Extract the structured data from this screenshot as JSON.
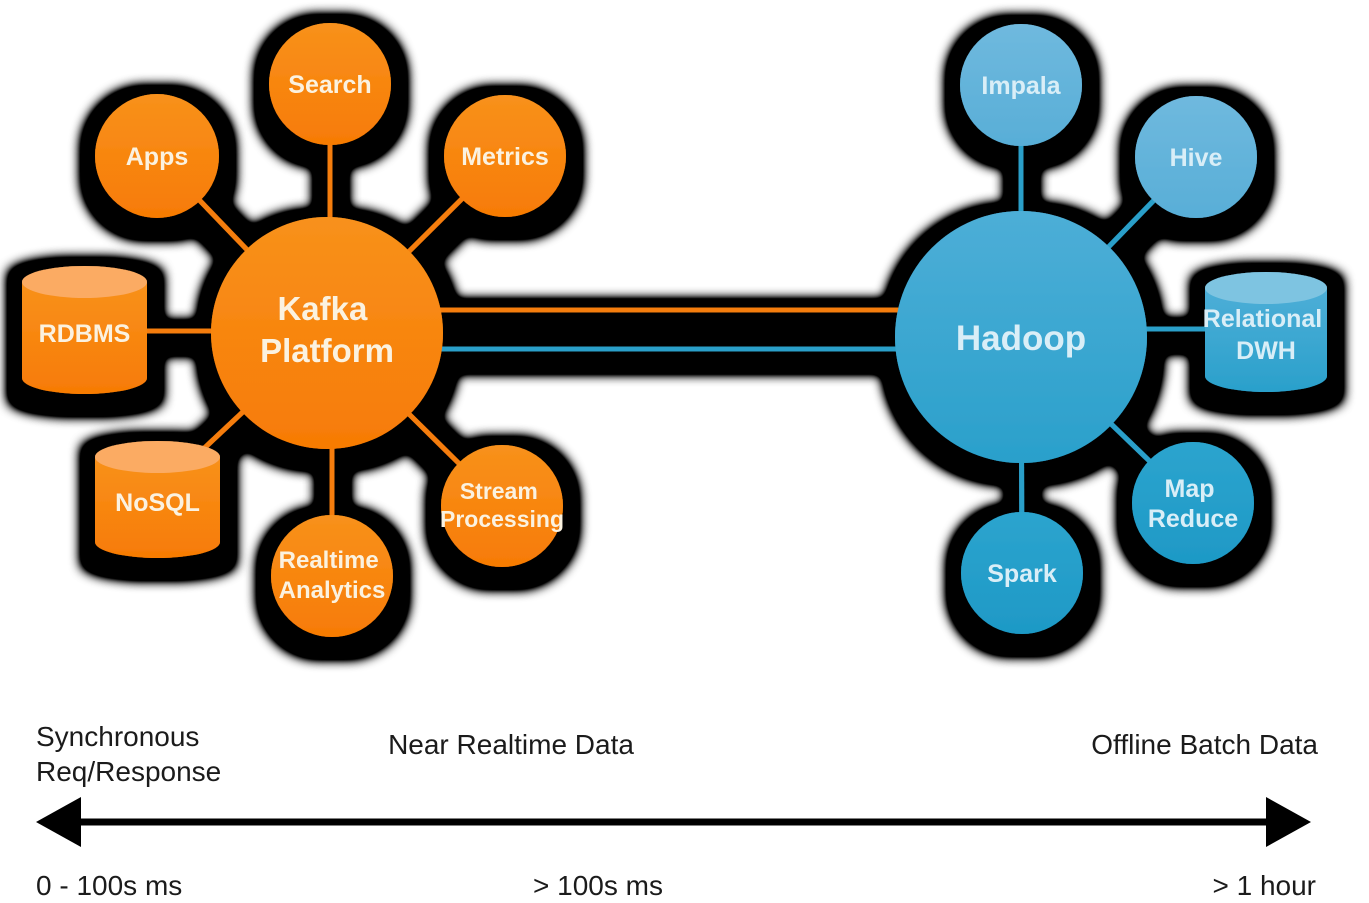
{
  "nodes": {
    "kafka": {
      "line1": "Kafka",
      "line2": "Platform"
    },
    "hadoop": {
      "label": "Hadoop"
    },
    "apps": {
      "label": "Apps"
    },
    "search": {
      "label": "Search"
    },
    "metrics": {
      "label": "Metrics"
    },
    "rdbms": {
      "label": "RDBMS"
    },
    "nosql": {
      "label": "NoSQL"
    },
    "realtime": {
      "line1": "Realtime",
      "line2": "Analytics"
    },
    "stream": {
      "line1": "Stream",
      "line2": "Processing"
    },
    "impala": {
      "label": "Impala"
    },
    "hive": {
      "label": "Hive"
    },
    "dwh": {
      "line1": "Relational",
      "line2": "DWH"
    },
    "mapreduce": {
      "line1": "Map",
      "line2": "Reduce"
    },
    "spark": {
      "label": "Spark"
    }
  },
  "timeline": {
    "left_label_line1": "Synchronous",
    "left_label_line2": "Req/Response",
    "mid_label": "Near Realtime Data",
    "right_label": "Offline Batch Data",
    "left_time": "0 - 100s ms",
    "mid_time": "> 100s ms",
    "right_time": "> 1 hour"
  },
  "colors": {
    "orange_top": "#F8911B",
    "orange_bottom": "#F77B05",
    "orange_cylinder_top": "#FBAB63",
    "orange_line": "#F57D0A",
    "blue_main_top": "#4DAED7",
    "blue_main_bottom": "#2AA0CB",
    "blue_light_top": "#6FB9DE",
    "blue_light_bottom": "#58AED7",
    "blue_dark_top": "#2CA4CE",
    "blue_dark_bottom": "#1E99C6",
    "blue_cylinder_top": "#7EC4E1",
    "blue_line": "#2B9FC9",
    "shadow": "#000000",
    "text_on_orange": "#FBF2E0",
    "text_on_blue": "#D9EEF7",
    "axis_text": "#1B1B1B"
  }
}
